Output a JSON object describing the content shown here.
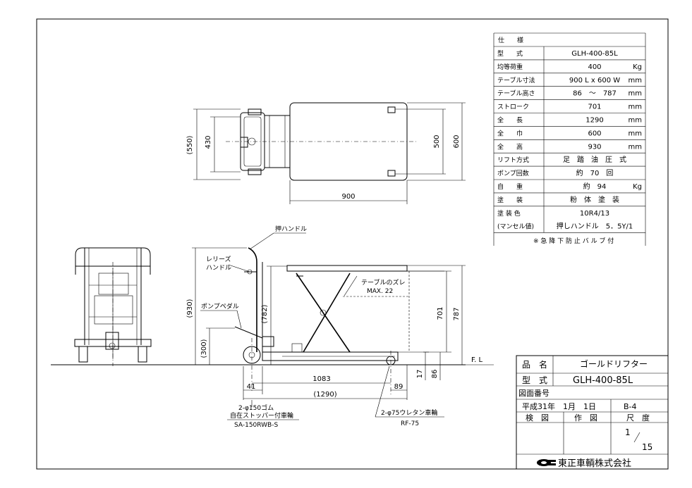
{
  "spec_table": {
    "header": "仕　　様",
    "rows": [
      {
        "label": "型　　式",
        "value": "GLH-400-85L",
        "unit": ""
      },
      {
        "label": "均等荷重",
        "value": "400",
        "unit": "Kg"
      },
      {
        "label": "テーブル寸法",
        "value": "900 L x 600 W",
        "unit": "mm"
      },
      {
        "label": "テーブル高さ",
        "value": "86　～　787",
        "unit": "mm"
      },
      {
        "label": "ストローク",
        "value": "701",
        "unit": "mm"
      },
      {
        "label": "全　　長",
        "value": "1290",
        "unit": "mm"
      },
      {
        "label": "全　　巾",
        "value": "600",
        "unit": "mm"
      },
      {
        "label": "全　　高",
        "value": "930",
        "unit": "mm"
      },
      {
        "label": "リフト方式",
        "value": "足　踏　油　圧　式",
        "unit": ""
      },
      {
        "label": "ポンプ回数",
        "value": "約　70　回",
        "unit": ""
      },
      {
        "label": "自　　重",
        "value": "約　94",
        "unit": "Kg"
      },
      {
        "label": "塗　　装",
        "value": "粉　体　塗　装",
        "unit": ""
      },
      {
        "label": "塗 装 色",
        "value": "10R4/13",
        "unit": ""
      },
      {
        "label": "(マンセル値)",
        "value": "押しハンドル　5．5Y/1",
        "unit": ""
      }
    ],
    "note": "※ 急 降 下 防 止 バ ル ブ 付"
  },
  "title_block": {
    "name_label": "品　名",
    "name_value": "ゴールドリフター",
    "model_label": "型　式",
    "model_value": "GLH-400-85L",
    "drawing_no_label": "図面番号",
    "date": "平成31年　1月　1日",
    "sheet": "B-4",
    "checked_label": "検　図",
    "drawn_label": "作　図",
    "scale_label": "尺　度",
    "scale_num": "1",
    "scale_den": "15",
    "company": "東正車輌株式会社"
  },
  "annotations": {
    "push_handle": "押ハンドル",
    "release_handle_1": "レリーズ",
    "release_handle_2": "ハンドル",
    "pump_pedal": "ポンプペダル",
    "table_shift_1": "テーブルのズレ",
    "table_shift_2": "MAX. 22",
    "fl": "F. L",
    "rear_wheel_1": "2-φ150ゴム",
    "rear_wheel_2": "自在ストッパー付車輪",
    "rear_wheel_3": "SA-150RWB-S",
    "front_wheel_1": "2-φ75ウレタン車輪",
    "front_wheel_2": "RF-75"
  },
  "dimensions": {
    "plan_550": "(550)",
    "plan_430": "430",
    "plan_500": "500",
    "plan_600": "600",
    "plan_900": "900",
    "side_930": "(930)",
    "side_300": "(300)",
    "side_782": "(782)",
    "side_701": "701",
    "side_787": "787",
    "side_17": "17",
    "side_86": "86",
    "side_1083": "1083",
    "side_41": "41",
    "side_89": "89",
    "side_1290": "(1290)"
  }
}
